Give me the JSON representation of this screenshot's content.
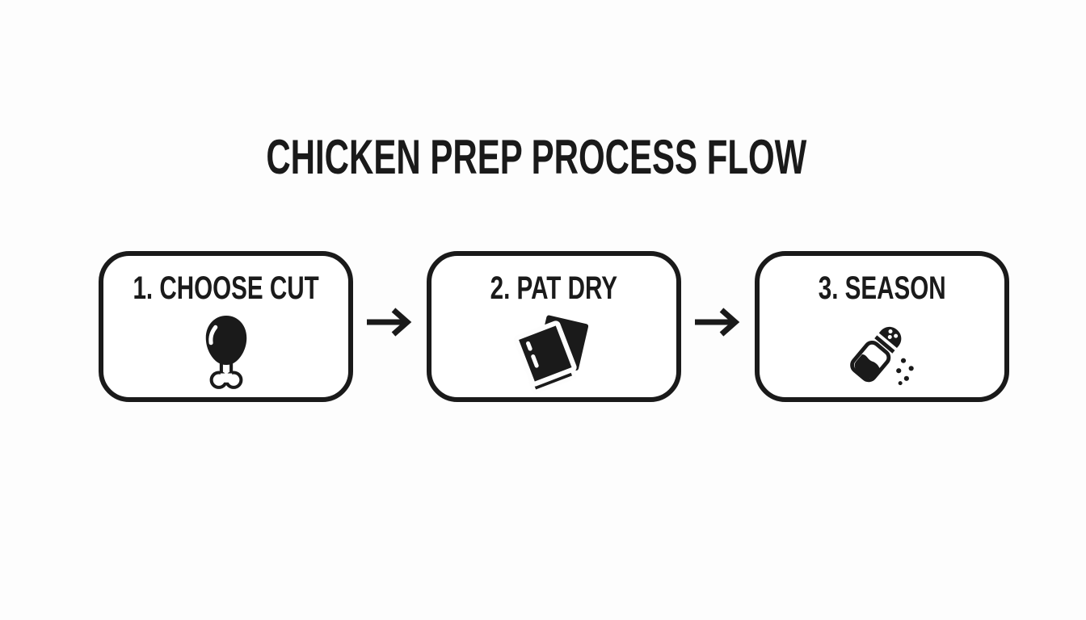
{
  "title": "CHICKEN PREP PROCESS FLOW",
  "colors": {
    "background": "#fdfdfd",
    "ink": "#1a1a1a",
    "box_fill": "#ffffff"
  },
  "flow": {
    "connector": "arrow-right",
    "steps": [
      {
        "label": "1. CHOOSE CUT",
        "icon": "drumstick-icon"
      },
      {
        "label": "2. PAT DRY",
        "icon": "paper-towel-icon"
      },
      {
        "label": "3. SEASON",
        "icon": "salt-shaker-icon"
      }
    ]
  }
}
